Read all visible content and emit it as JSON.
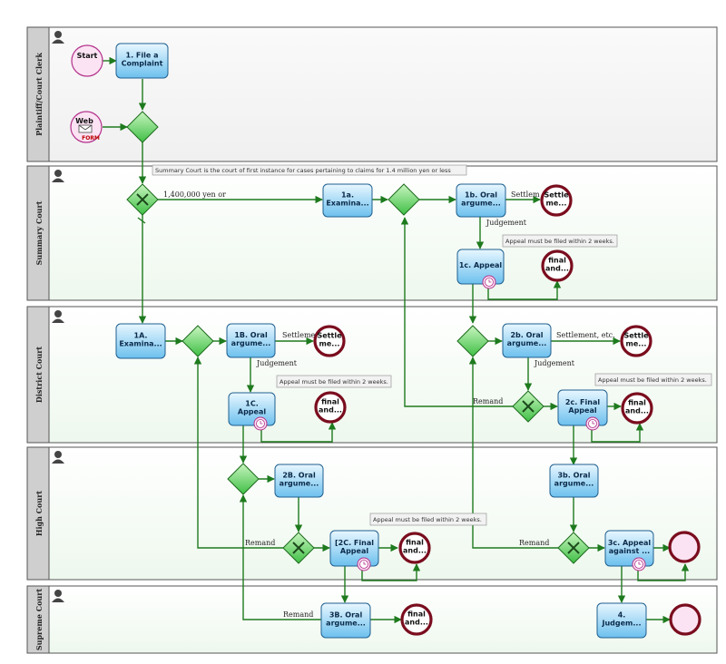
{
  "lanes": [
    {
      "label": "Plaintiff/Court Clerk"
    },
    {
      "label": "Summary Court"
    },
    {
      "label": "District Court"
    },
    {
      "label": "High Court"
    },
    {
      "label": "Supreme Court"
    }
  ],
  "events": {
    "start": "Start",
    "web_form_top": "Web",
    "web_form_bottom": "FORM",
    "sc_settle": "Settle\nme...",
    "sc_final": "final\nand...",
    "dc_settle1": "Settle\nme...",
    "dc_final1": "final\nand...",
    "dc_settle2": "Settle\nme...",
    "dc_final2": "final\nand...",
    "hc_final": "final\nand...",
    "hc_end": "",
    "sp_final": "final\nand...",
    "sp_end": ""
  },
  "tasks": {
    "file_complaint": "1. File a\nComplaint",
    "t1a": "1a.\nExamina...",
    "t1b": "1b. Oral\nargume...",
    "t1c": "1c. Appeal",
    "t1A": "1A.\nExamina...",
    "t1B": "1B. Oral\nargume...",
    "t1C": "1C.\nAppeal",
    "t2b": "2b. Oral\nargume...",
    "t2c": "2c. Final\nAppeal",
    "t2B": "2B. Oral\nargume...",
    "t2C": "[2C. Final\nAppeal",
    "t3b": "3b. Oral\nargume...",
    "t3c": "3c. Appeal\nagainst ...",
    "t3B": "3B. Oral\nargume...",
    "t4": "4.\nJudgem..."
  },
  "edge_labels": {
    "yen": "1,400,000 yen or",
    "settlement_sc": "Settlem",
    "judgement_sc": "Judgement",
    "settlement_dc1": "Settlement",
    "judgement_dc1": "Judgement",
    "settlement_dc2": "Settlement, etc.",
    "judgement_dc2": "Judgement",
    "remand_dc": "Remand",
    "remand_hc1": "Remand",
    "remand_hc2": "Remand",
    "remand_sp": "Remand"
  },
  "notes": {
    "summary": "Summary Court is the court of first instance for cases pertaining to claims for 1.4 million yen or less",
    "appeal_sc": "Appeal must be filed within 2 weeks.",
    "appeal_dc1": "Appeal must be filed within 2 weeks.",
    "appeal_dc2": "Appeal must be filed within 2 weeks.",
    "appeal_hc": "Appeal must be filed within 2 weeks."
  },
  "colors": {
    "lane_header": "#c9c9c9",
    "flow": "#1e7a1e",
    "task_fill_top": "#dff3ff",
    "task_fill_bottom": "#6fc3ef",
    "gateway": "#6fd36f",
    "end_event": "#7a0d1e"
  }
}
